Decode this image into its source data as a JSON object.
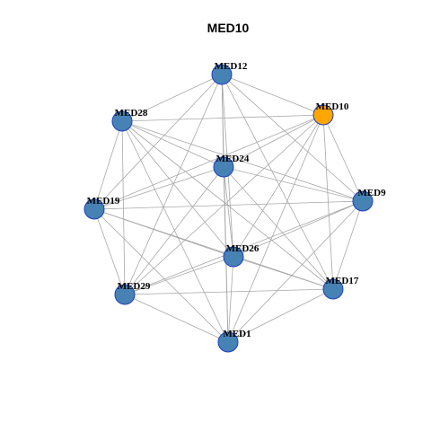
{
  "title": "MED10",
  "colors": {
    "node_default": "#4682b4",
    "node_highlight": "#ffa500",
    "node_stroke": "#1f3fbf",
    "edge": "#a8a8a8"
  },
  "highlight_node": "MED10",
  "nodes": [
    "MED12",
    "MED10",
    "MED28",
    "MED24",
    "MED19",
    "MED9",
    "MED26",
    "MED29",
    "MED17",
    "MED1"
  ],
  "edges": [
    [
      "MED12",
      "MED10"
    ],
    [
      "MED12",
      "MED28"
    ],
    [
      "MED12",
      "MED24"
    ],
    [
      "MED12",
      "MED19"
    ],
    [
      "MED12",
      "MED9"
    ],
    [
      "MED12",
      "MED26"
    ],
    [
      "MED12",
      "MED29"
    ],
    [
      "MED12",
      "MED17"
    ],
    [
      "MED12",
      "MED1"
    ],
    [
      "MED10",
      "MED28"
    ],
    [
      "MED10",
      "MED24"
    ],
    [
      "MED10",
      "MED19"
    ],
    [
      "MED10",
      "MED9"
    ],
    [
      "MED10",
      "MED26"
    ],
    [
      "MED10",
      "MED29"
    ],
    [
      "MED10",
      "MED17"
    ],
    [
      "MED10",
      "MED1"
    ],
    [
      "MED28",
      "MED24"
    ],
    [
      "MED28",
      "MED19"
    ],
    [
      "MED28",
      "MED9"
    ],
    [
      "MED28",
      "MED26"
    ],
    [
      "MED28",
      "MED29"
    ],
    [
      "MED28",
      "MED17"
    ],
    [
      "MED28",
      "MED1"
    ],
    [
      "MED24",
      "MED19"
    ],
    [
      "MED24",
      "MED9"
    ],
    [
      "MED24",
      "MED26"
    ],
    [
      "MED24",
      "MED29"
    ],
    [
      "MED24",
      "MED17"
    ],
    [
      "MED24",
      "MED1"
    ],
    [
      "MED19",
      "MED9"
    ],
    [
      "MED19",
      "MED26"
    ],
    [
      "MED19",
      "MED29"
    ],
    [
      "MED19",
      "MED17"
    ],
    [
      "MED19",
      "MED1"
    ],
    [
      "MED9",
      "MED26"
    ],
    [
      "MED9",
      "MED29"
    ],
    [
      "MED9",
      "MED17"
    ],
    [
      "MED9",
      "MED1"
    ],
    [
      "MED26",
      "MED29"
    ],
    [
      "MED26",
      "MED17"
    ],
    [
      "MED26",
      "MED1"
    ],
    [
      "MED29",
      "MED17"
    ],
    [
      "MED29",
      "MED1"
    ],
    [
      "MED17",
      "MED1"
    ]
  ]
}
